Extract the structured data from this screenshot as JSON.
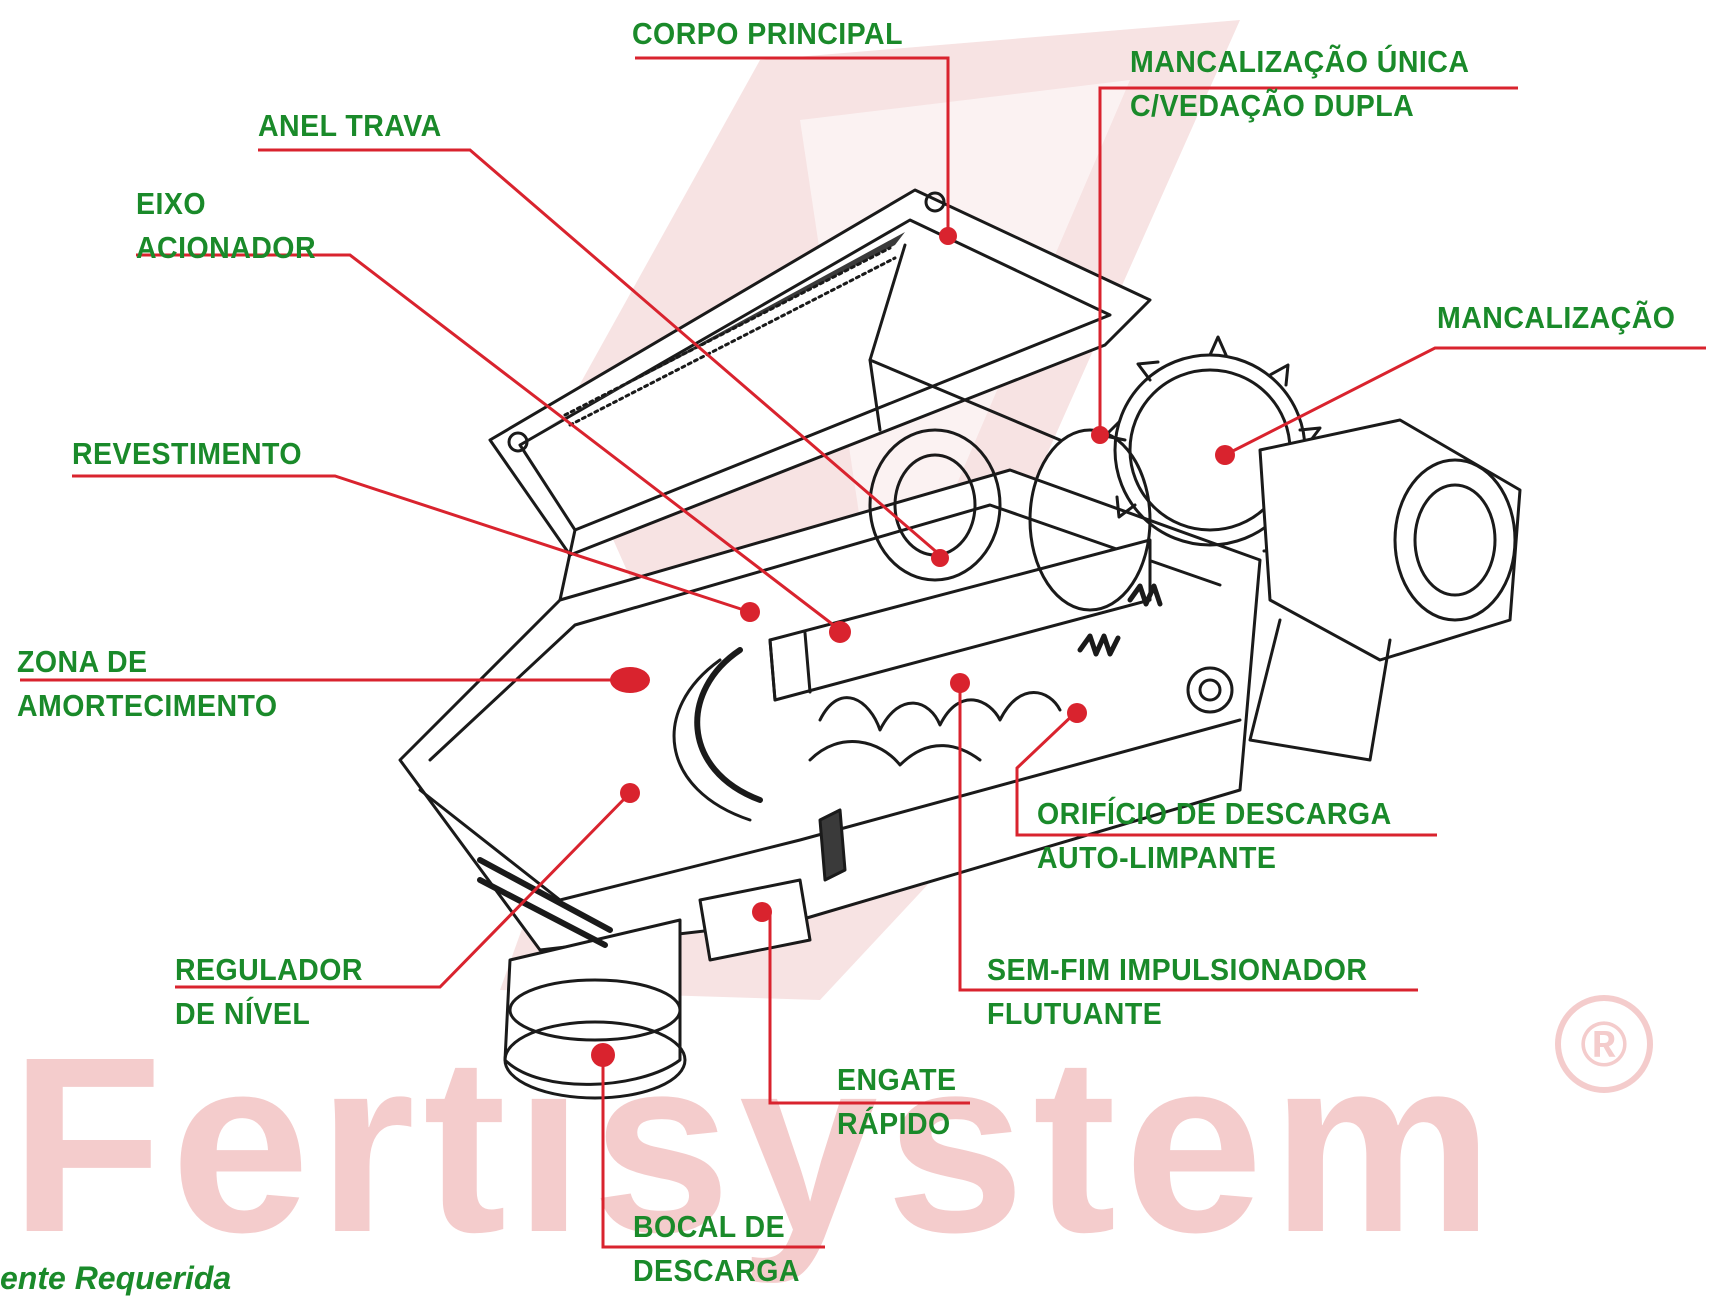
{
  "brand": {
    "watermark": "Fertisystem",
    "registered_mark": "®",
    "watermark_color": "#f4cccc"
  },
  "colors": {
    "label_text": "#1a8a2a",
    "leader_line": "#d9232e",
    "drawing": "#1a1a1a"
  },
  "labels": {
    "corpo_principal": [
      "CORPO PRINCIPAL"
    ],
    "mancalizacao_unica": [
      "MANCALIZAÇÃO ÚNICA",
      "C/VEDAÇÃO DUPLA"
    ],
    "anel_trava": [
      "ANEL TRAVA"
    ],
    "eixo_acionador": [
      "EIXO",
      "ACIONADOR"
    ],
    "mancalizacao": [
      "MANCALIZAÇÃO"
    ],
    "revestimento": [
      "REVESTIMENTO"
    ],
    "zona_amortecimento": [
      "ZONA DE",
      "AMORTECIMENTO"
    ],
    "orificio_descarga": [
      "ORIFÍCIO DE DESCARGA",
      "AUTO-LIMPANTE"
    ],
    "sem_fim": [
      "SEM-FIM IMPULSIONADOR",
      "FLUTUANTE"
    ],
    "regulador": [
      "REGULADOR",
      "DE NÍVEL"
    ],
    "engate": [
      "ENGATE",
      "RÁPIDO"
    ],
    "bocal": [
      "BOCAL DE",
      "DESCARGA"
    ]
  },
  "footnote": "ente Requerida"
}
